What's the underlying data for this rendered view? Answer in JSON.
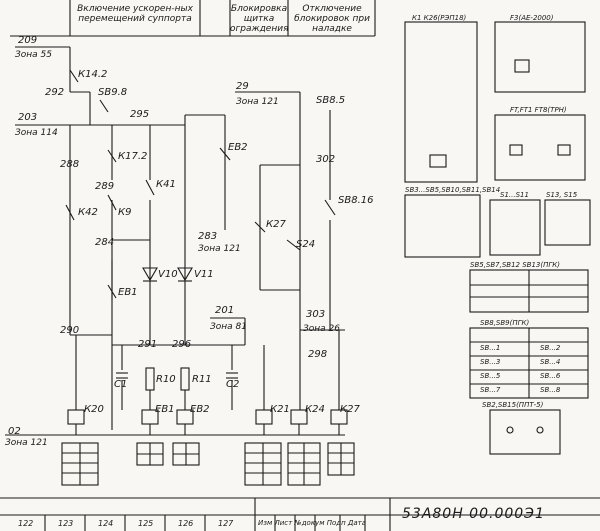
{
  "headers": {
    "col1": "Включение ускорен-ных перемещений суппорта",
    "col2": "Блокировка щитка ограждения",
    "col3": "Отключение блокировок при наладке"
  },
  "wires": {
    "w209": "209",
    "zone55": "Зона 55",
    "w292": "292",
    "w203": "203",
    "zone114": "Зона 114",
    "w295": "295",
    "w288": "288",
    "w289": "289",
    "w284": "284",
    "w283": "283",
    "zone121a": "Зона 121",
    "w29": "29",
    "zone121b": "Зона 121",
    "w302": "302",
    "w201": "201",
    "zone81": "Зона 81",
    "w303": "303",
    "zone26": "Зона 26",
    "w298": "298",
    "w290": "290",
    "w291": "291",
    "w296": "296",
    "w02": "02",
    "zone121c": "Зона 121"
  },
  "components": {
    "k14": "К14.2",
    "sb98": "SB9.8",
    "k172": "К17.2",
    "k41": "К41",
    "k9": "К9",
    "k42": "К42",
    "eb2top": "ЕВ2",
    "v10": "V10",
    "v11": "V11",
    "eb1": "ЕВ1",
    "sb85": "SB8.5",
    "sb816": "SB8.16",
    "k27mid": "К27",
    "s24": "S24",
    "c1": "C1",
    "c2": "C2",
    "r10": "R10",
    "r11": "R11",
    "k20": "К20",
    "eb1b": "ЕВ1",
    "eb2b": "ЕВ2",
    "k21": "К21",
    "k24": "К24",
    "k27": "К27"
  },
  "legend": {
    "k1": "К1  К26(РЭП18)",
    "f3": "F3(АЕ-2000)",
    "ft": "FT,FT1 FT8(ТРН)",
    "sb": "SB3...SB5,SB10,SB11,SB14",
    "s1": "S1...S11",
    "s13": "S13, S15",
    "pgk1": "SB5,SB7,SB12 SB13(ПГК)",
    "pgk2": "SB8,SB9(ПГК)",
    "ppt": "SB2,SB15(ППТ-5)"
  },
  "pgk_rows": [
    {
      "l": "SB...1",
      "r": "SB...2"
    },
    {
      "l": "SB...3",
      "r": "SB...4"
    },
    {
      "l": "SB...5",
      "r": "SB...6"
    },
    {
      "l": "SB...7",
      "r": "SB...8"
    }
  ],
  "docnum": "53А80Н 00.000Э1",
  "footer": {
    "cols": [
      "122",
      "123",
      "124",
      "125",
      "126",
      "127"
    ],
    "stamp": "Изм Лист №докум Подп Дата"
  }
}
